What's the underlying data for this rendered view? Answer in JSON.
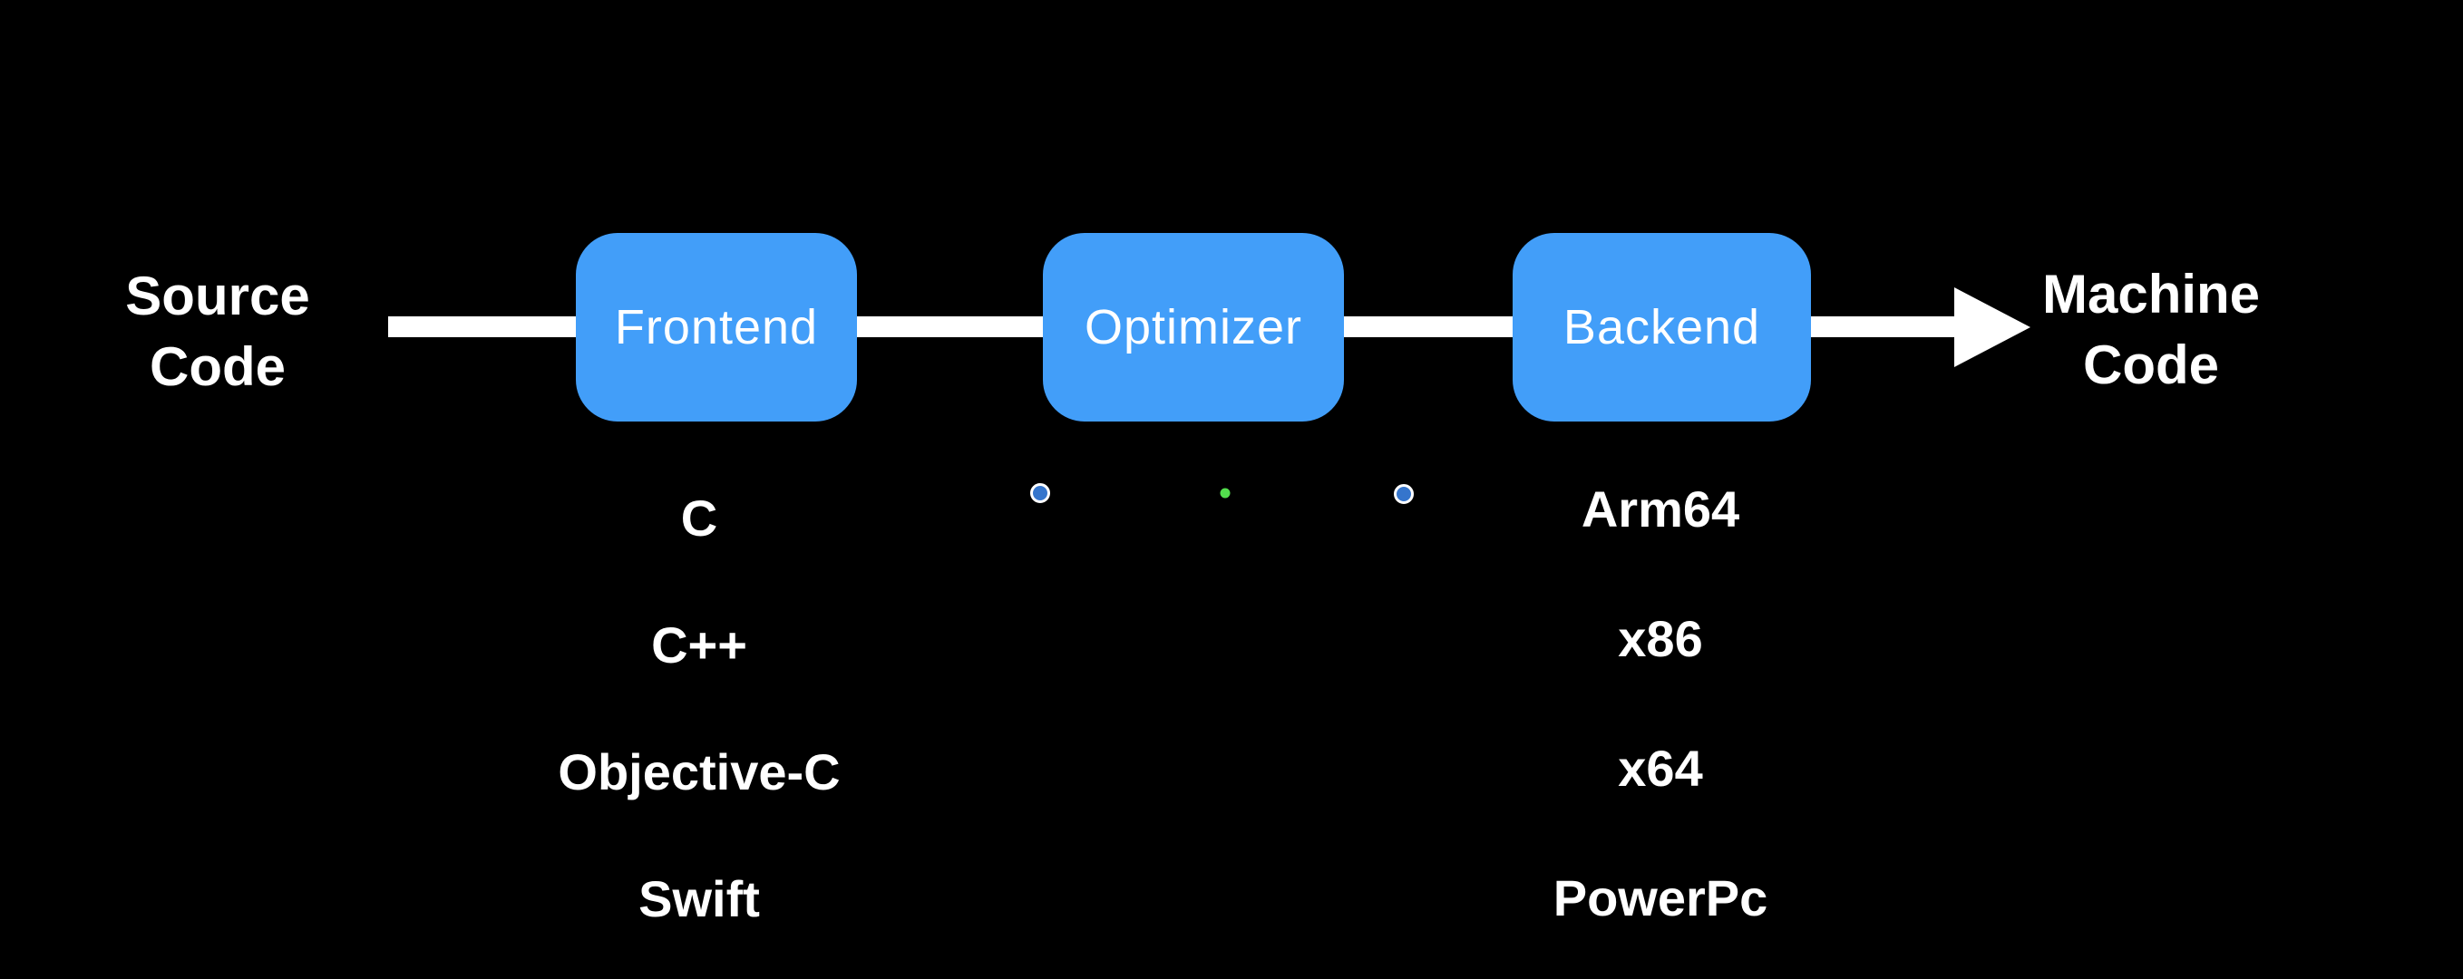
{
  "diagram": {
    "title_semantic": "compiler-pipeline",
    "colors": {
      "background": "#000000",
      "stage_box": "#429EF9",
      "connector": "#FFFFFF",
      "text": "#FFFFFF",
      "dot_blue": "#3575CC",
      "dot_green": "#53DF4D"
    },
    "source_label": {
      "lines": [
        "Source",
        "Code"
      ]
    },
    "machine_label": {
      "lines": [
        "Machine",
        "Code"
      ]
    },
    "stages": [
      {
        "label": "Frontend"
      },
      {
        "label": "Optimizer"
      },
      {
        "label": "Backend"
      }
    ],
    "dots": [
      {
        "name": "dot-blue-left"
      },
      {
        "name": "dot-green-center"
      },
      {
        "name": "dot-blue-right"
      }
    ],
    "frontend_languages": [
      "C",
      "C++",
      "Objective-C",
      "Swift"
    ],
    "backend_targets": [
      "Arm64",
      "x86",
      "x64",
      "PowerPc"
    ]
  }
}
